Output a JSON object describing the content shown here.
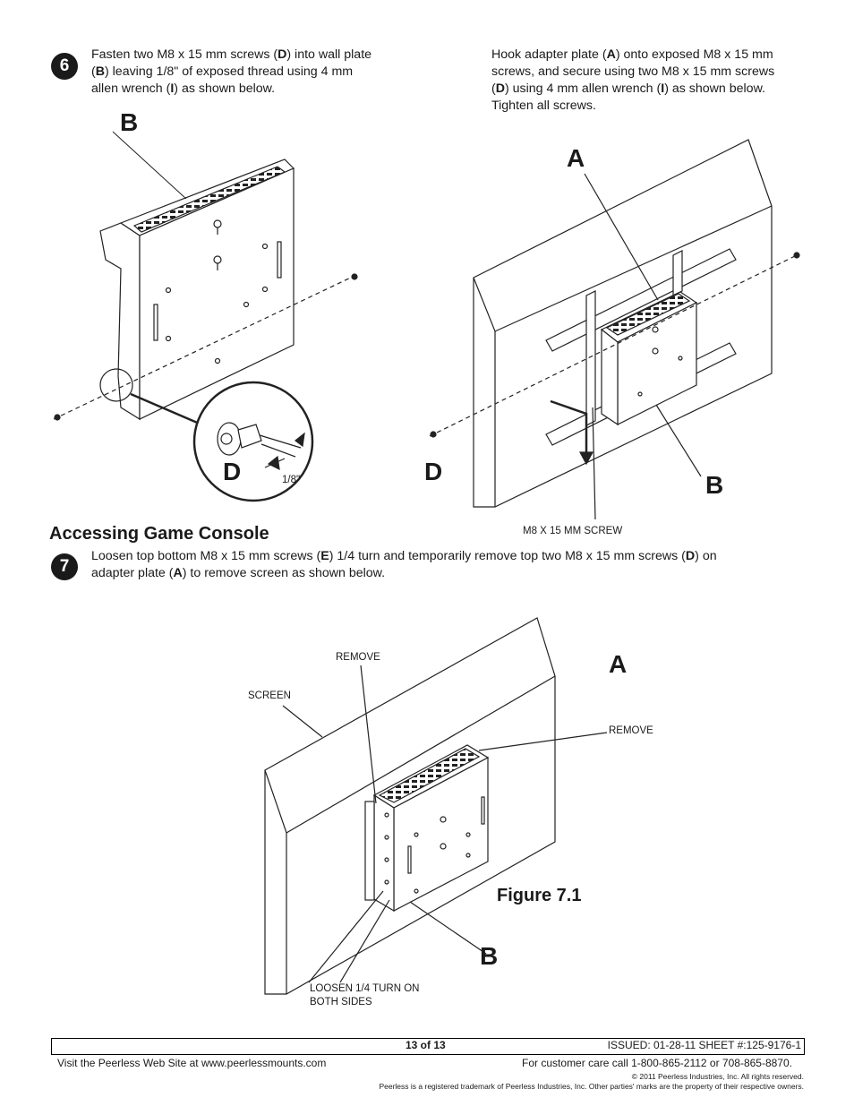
{
  "step6": {
    "number": "6",
    "left_text_1": "Fasten two M8 x 15 mm screws (",
    "left_bold_D": "D",
    "left_text_2": ") into wall plate",
    "left_text_3": "(",
    "left_bold_B": "B",
    "left_text_4": ") leaving 1/8\" of exposed thread using 4 mm",
    "left_text_5": "allen wrench (",
    "left_bold_I": "I",
    "left_text_6": ") as shown below.",
    "right_text_1": "Hook adapter plate (",
    "right_bold_A": "A",
    "right_text_2": ") onto exposed M8 x 15 mm",
    "right_text_3": "screws, and secure using two M8 x 15 mm screws",
    "right_text_4": "(",
    "right_bold_D": "D",
    "right_text_5": ") using 4 mm allen wrench (",
    "right_bold_I": "I",
    "right_text_6": ") as shown below.",
    "right_text_7": "Tighten all screws."
  },
  "figure6": {
    "label_B_left": "B",
    "label_D_left": "D",
    "dim_label": "1/8\"",
    "label_A_right": "A",
    "label_D_right": "D",
    "label_B_right": "B",
    "screw_label": "M8 X 15 MM SCREW"
  },
  "section": {
    "heading": "Accessing Game Console"
  },
  "step7": {
    "number": "7",
    "text_1": "Loosen top bottom M8 x 15 mm screws (",
    "bold_E": "E",
    "text_2": ") 1/4 turn and temporarily remove top two M8 x 15 mm screws (",
    "bold_D": "D",
    "text_3": ") on",
    "text_4": "adapter plate (",
    "bold_A": "A",
    "text_5": ") to remove screen as shown below."
  },
  "figure7": {
    "remove_top": "REMOVE",
    "screen": "SCREEN",
    "label_A": "A",
    "remove_right": "REMOVE",
    "figure_label": "Figure 7.1",
    "label_B": "B",
    "loosen_line1": "LOOSEN 1/4 TURN ON",
    "loosen_line2": "BOTH SIDES"
  },
  "footer": {
    "page": "13 of 13",
    "issued": "ISSUED: 01-28-11 SHEET #:125-9176-1",
    "website": "Visit the Peerless Web Site at www.peerlessmounts.com",
    "care": "For customer care call 1-800-865-2112 or 708-865-8870.",
    "copyright": "© 2011 Peerless Industries, Inc. All rights reserved.",
    "trademark": "Peerless is a registered trademark of Peerless Industries, Inc. Other parties' marks are the property of their respective owners."
  }
}
